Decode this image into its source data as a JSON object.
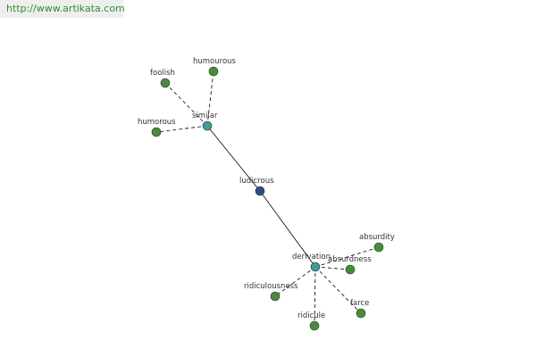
{
  "site": {
    "url": "http://www.artikata.com"
  },
  "colors": {
    "root": "#2e4a8a",
    "hub": "#3f9a9a",
    "leaf": "#4a8a3e",
    "edge": "#000000",
    "label": "#333333",
    "url_text": "#2f8f2f",
    "banner_bg": "#eeeeee"
  },
  "graph": {
    "root": {
      "id": "ludicrous",
      "label": "ludicrous"
    },
    "hubs": [
      {
        "id": "similar",
        "label": "similar"
      },
      {
        "id": "derivation",
        "label": "derivation"
      }
    ],
    "leaves": [
      {
        "id": "foolish",
        "label": "foolish",
        "hub": "similar"
      },
      {
        "id": "humourous",
        "label": "humourous",
        "hub": "similar"
      },
      {
        "id": "humorous",
        "label": "humorous",
        "hub": "similar"
      },
      {
        "id": "absurdity",
        "label": "absurdity",
        "hub": "derivation"
      },
      {
        "id": "absurdness",
        "label": "absurdness",
        "hub": "derivation"
      },
      {
        "id": "ridiculousness",
        "label": "ridiculousness",
        "hub": "derivation"
      },
      {
        "id": "ridicule",
        "label": "ridicule",
        "hub": "derivation"
      },
      {
        "id": "farce",
        "label": "farce",
        "hub": "derivation"
      }
    ]
  }
}
